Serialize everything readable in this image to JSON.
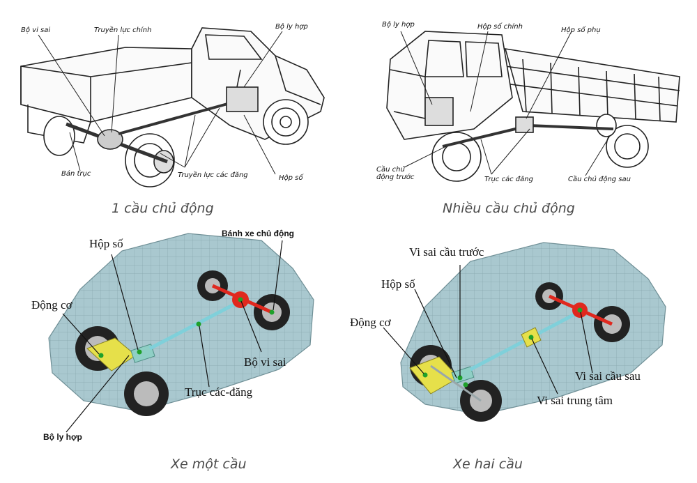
{
  "panels": {
    "top_left": {
      "caption": "1 cầu chủ động",
      "labels": {
        "bo_vi_sai": "Bộ vi sai",
        "truyen_luc_chinh": "Truyền lực chính",
        "bo_ly_hop": "Bộ ly hợp",
        "ban_truc": "Bán trục",
        "truyen_luc_cac_dang": "Truyền lực các đăng",
        "hop_so": "Hộp số"
      }
    },
    "top_right": {
      "caption": "Nhiều cầu chủ động",
      "labels": {
        "bo_ly_hop": "Bộ ly hợp",
        "hop_so_chinh": "Hộp số chính",
        "hop_so_phu": "Hộp số phụ",
        "cau_chu_dong_truoc": "Cầu chủ động trước",
        "truc_cac_dang": "Trục các đăng",
        "cau_chu_dong_sau": "Cầu chủ động sau"
      }
    },
    "bottom_left": {
      "caption": "Xe một cầu",
      "labels": {
        "hop_so": "Hộp số",
        "banh_xe_chu_dong": "Bánh xe chủ động",
        "dong_co": "Động cơ",
        "bo_vi_sai": "Bộ vi sai",
        "truc_cac_dang": "Trục các-đăng",
        "bo_ly_hop": "Bộ ly hợp"
      }
    },
    "bottom_right": {
      "caption": "Xe hai cầu",
      "labels": {
        "vi_sai_cau_truoc": "Vi sai cầu trước",
        "hop_so": "Hộp số",
        "dong_co": "Động cơ",
        "vi_sai_cau_sau": "Vi sai cầu sau",
        "vi_sai_trung_tam": "Vi sai trung tâm"
      }
    }
  },
  "colors": {
    "body_mesh": "#a9c8cf",
    "engine": "#e6e04a",
    "differential": "#e0281e",
    "shaft": "#7fd0da",
    "marker": "#1fa02a"
  }
}
